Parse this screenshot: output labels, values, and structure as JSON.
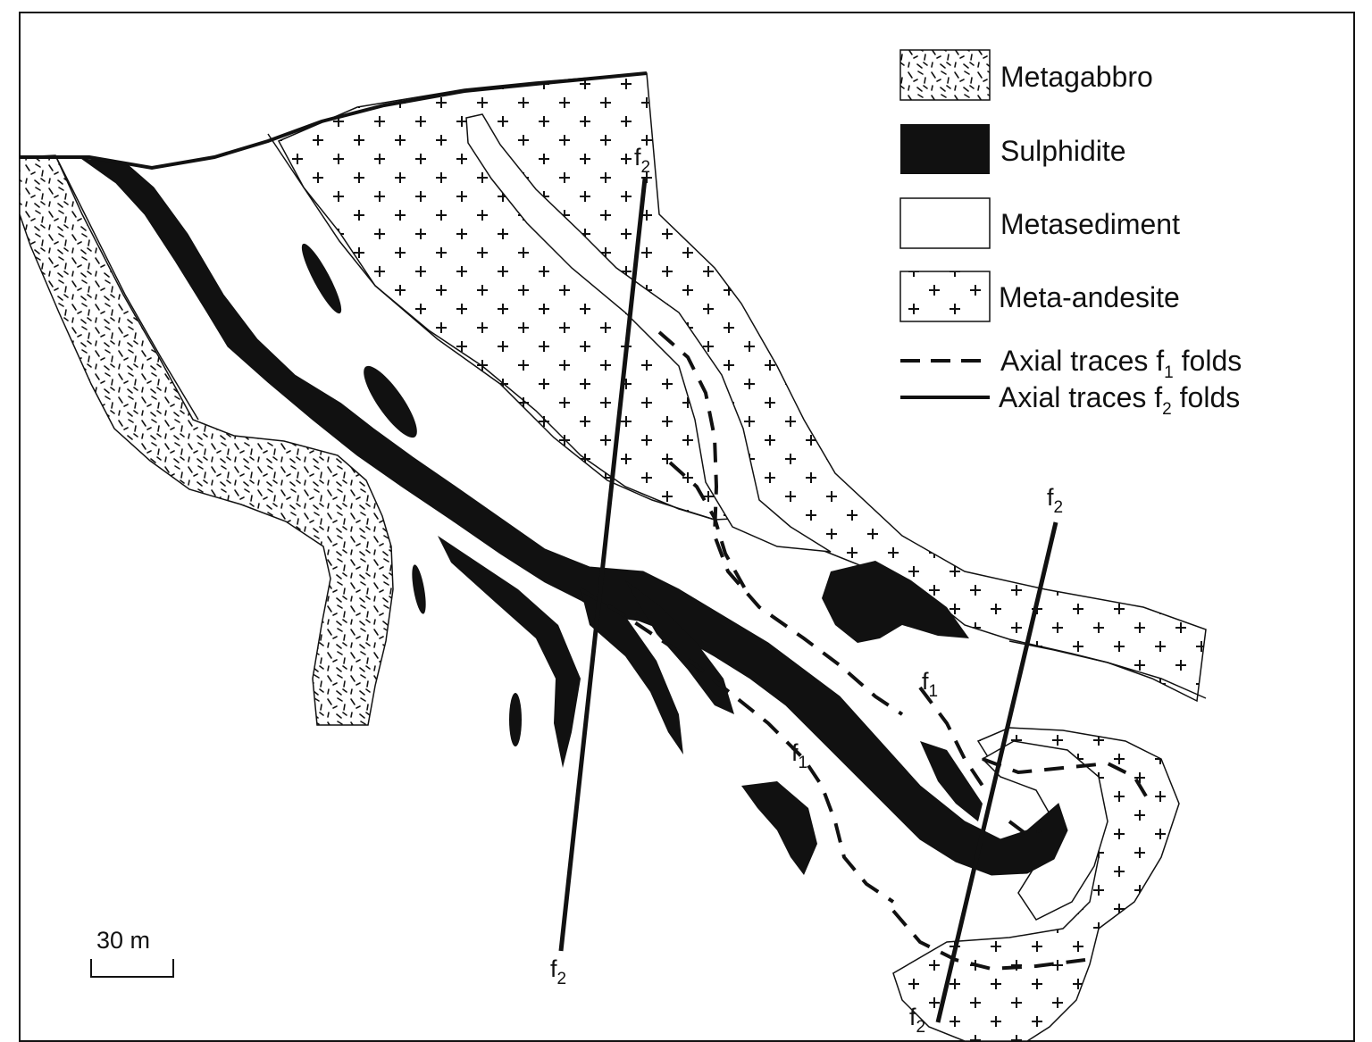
{
  "legend": {
    "items": [
      {
        "label": "Metagabbro",
        "symbol": "metagabbro-pattern"
      },
      {
        "label": "Sulphidite",
        "symbol": "solid-black"
      },
      {
        "label": "Metasediment",
        "symbol": "blank-white"
      },
      {
        "label": "Meta-andesite",
        "symbol": "plus-pattern"
      }
    ],
    "traces": [
      {
        "prefix": "Axial traces f",
        "sub": "1",
        "suffix": " folds",
        "line": "dashed"
      },
      {
        "prefix": "Axial traces f",
        "sub": "2",
        "suffix": " folds",
        "line": "solid"
      }
    ]
  },
  "trace_labels": {
    "f1": {
      "main": "f",
      "sub": "1"
    },
    "f2": {
      "main": "f",
      "sub": "2"
    }
  },
  "scale_bar": {
    "label": "30 m"
  },
  "colors": {
    "ink": "#111111",
    "paper": "#ffffff"
  }
}
